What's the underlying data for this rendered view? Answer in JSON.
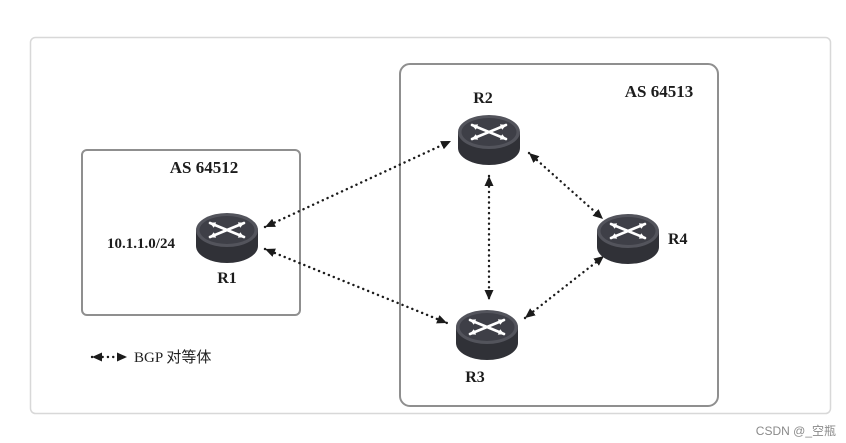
{
  "diagram": {
    "title_hint": "BGP peering topology between two autonomous systems",
    "as_left": {
      "label": "AS 64512"
    },
    "as_right": {
      "label": "AS 64513"
    },
    "routers": {
      "r1": {
        "label": "R1",
        "network": "10.1.1.0/24",
        "as": "AS 64512"
      },
      "r2": {
        "label": "R2",
        "as": "AS 64513"
      },
      "r3": {
        "label": "R3",
        "as": "AS 64513"
      },
      "r4": {
        "label": "R4",
        "as": "AS 64513"
      }
    },
    "links": [
      {
        "from": "R1",
        "to": "R2",
        "type": "BGP peer"
      },
      {
        "from": "R1",
        "to": "R3",
        "type": "BGP peer"
      },
      {
        "from": "R2",
        "to": "R3",
        "type": "BGP peer"
      },
      {
        "from": "R2",
        "to": "R4",
        "type": "BGP peer"
      },
      {
        "from": "R3",
        "to": "R4",
        "type": "BGP peer"
      }
    ],
    "legend": {
      "label": "BGP 对等体"
    },
    "colors": {
      "router_body": "#303137",
      "router_top": "#4b4c55",
      "link": "#1b1b1b",
      "box_border": "#8f8f8f",
      "frame_border": "#d8d8d8",
      "text": "#1c1c1c",
      "watermark": "#8a8a8a"
    }
  },
  "watermark": {
    "text": "CSDN @_空瓶"
  }
}
